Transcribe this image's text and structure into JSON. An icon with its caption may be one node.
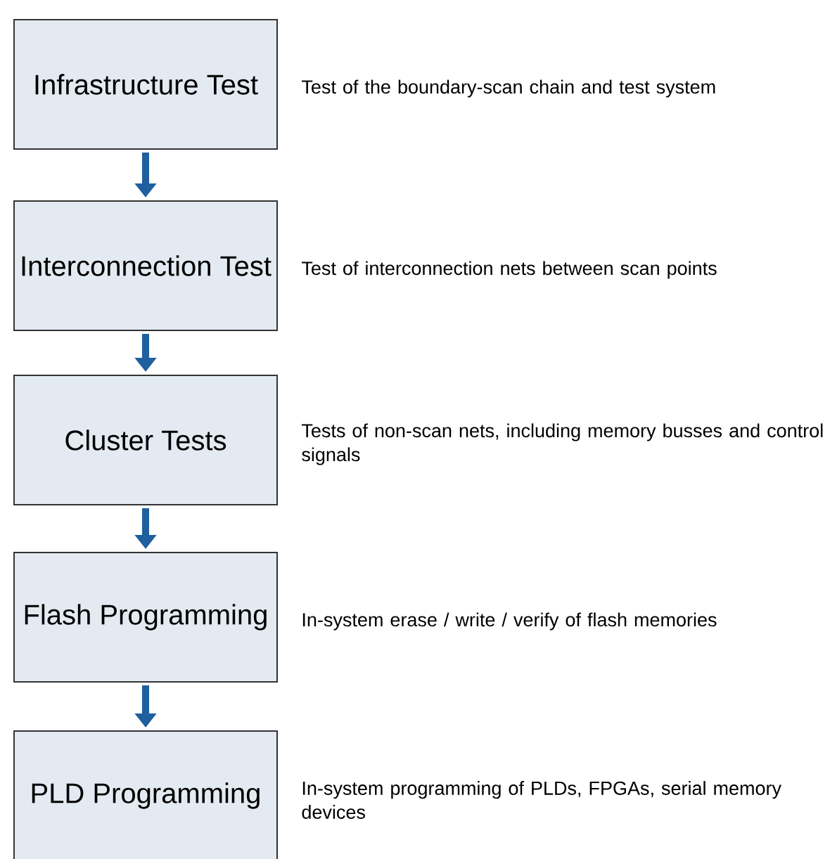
{
  "diagram": {
    "nodes": [
      {
        "text": [
          "Infrastructure Test"
        ],
        "beside": [
          "Test of the boundary-scan chain and test system"
        ]
      },
      {
        "text": [
          "Interconnection Test"
        ],
        "beside": [
          "Test of interconnection nets between scan points"
        ]
      },
      {
        "text": [
          "Cluster Tests"
        ],
        "beside": [
          "Tests of non-scan nets, including memory busses and control signals"
        ]
      },
      {
        "text": [
          "Flash Programming"
        ],
        "beside": [
          "In-system erase / write / verify of flash memories"
        ]
      },
      {
        "text": [
          "PLD Programming"
        ],
        "beside": [
          "In-system programming of PLDs, FPGAs, serial memory devices"
        ]
      }
    ],
    "edges": [
      {
        "from": 0,
        "to": 1,
        "arrow": "to"
      },
      {
        "from": 1,
        "to": 2,
        "arrow": "to"
      },
      {
        "from": 2,
        "to": 3,
        "arrow": "to"
      },
      {
        "from": 3,
        "to": 4,
        "arrow": "to"
      }
    ]
  }
}
